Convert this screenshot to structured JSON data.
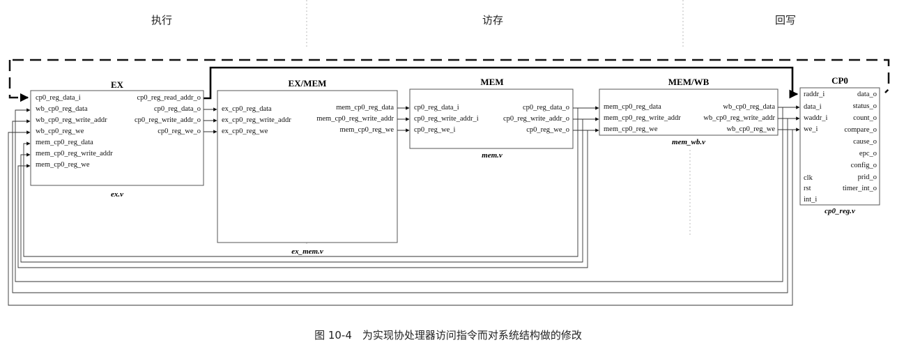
{
  "stages": [
    "执行",
    "访存",
    "回写"
  ],
  "caption": "图 10-4　为实现协处理器访问指令而对系统结构做的修改",
  "modules": {
    "ex": {
      "title": "EX",
      "file": "ex.v",
      "inputs": [
        "cp0_reg_data_i",
        "wb_cp0_reg_data",
        "wb_cp0_reg_write_addr",
        "wb_cp0_reg_we",
        "mem_cp0_reg_data",
        "mem_cp0_reg_write_addr",
        "mem_cp0_reg_we"
      ],
      "outputs": [
        "cp0_reg_read_addr_o",
        "cp0_reg_data_o",
        "cp0_reg_write_addr_o",
        "cp0_reg_we_o"
      ]
    },
    "ex_mem": {
      "title": "EX/MEM",
      "file": "ex_mem.v",
      "inputs": [
        "ex_cp0_reg_data",
        "ex_cp0_reg_write_addr",
        "ex_cp0_reg_we"
      ],
      "outputs": [
        "mem_cp0_reg_data",
        "mem_cp0_reg_write_addr",
        "mem_cp0_reg_we"
      ]
    },
    "mem": {
      "title": "MEM",
      "file": "mem.v",
      "inputs": [
        "cp0_reg_data_i",
        "cp0_reg_write_addr_i",
        "cp0_reg_we_i"
      ],
      "outputs": [
        "cp0_reg_data_o",
        "cp0_reg_write_addr_o",
        "cp0_reg_we_o"
      ]
    },
    "mem_wb": {
      "title": "MEM/WB",
      "file": "mem_wb.v",
      "inputs": [
        "mem_cp0_reg_data",
        "mem_cp0_reg_write_addr",
        "mem_cp0_reg_we"
      ],
      "outputs": [
        "wb_cp0_reg_data",
        "wb_cp0_reg_write_addr",
        "wb_cp0_reg_we"
      ]
    },
    "cp0": {
      "title": "CP0",
      "file": "cp0_reg.v",
      "inputs": [
        "raddr_i",
        "data_i",
        "waddr_i",
        "we_i",
        "clk",
        "rst",
        "int_i"
      ],
      "outputs": [
        "data_o",
        "status_o",
        "count_o",
        "compare_o",
        "cause_o",
        "epc_o",
        "config_o",
        "prid_o",
        "timer_int_o"
      ]
    }
  }
}
